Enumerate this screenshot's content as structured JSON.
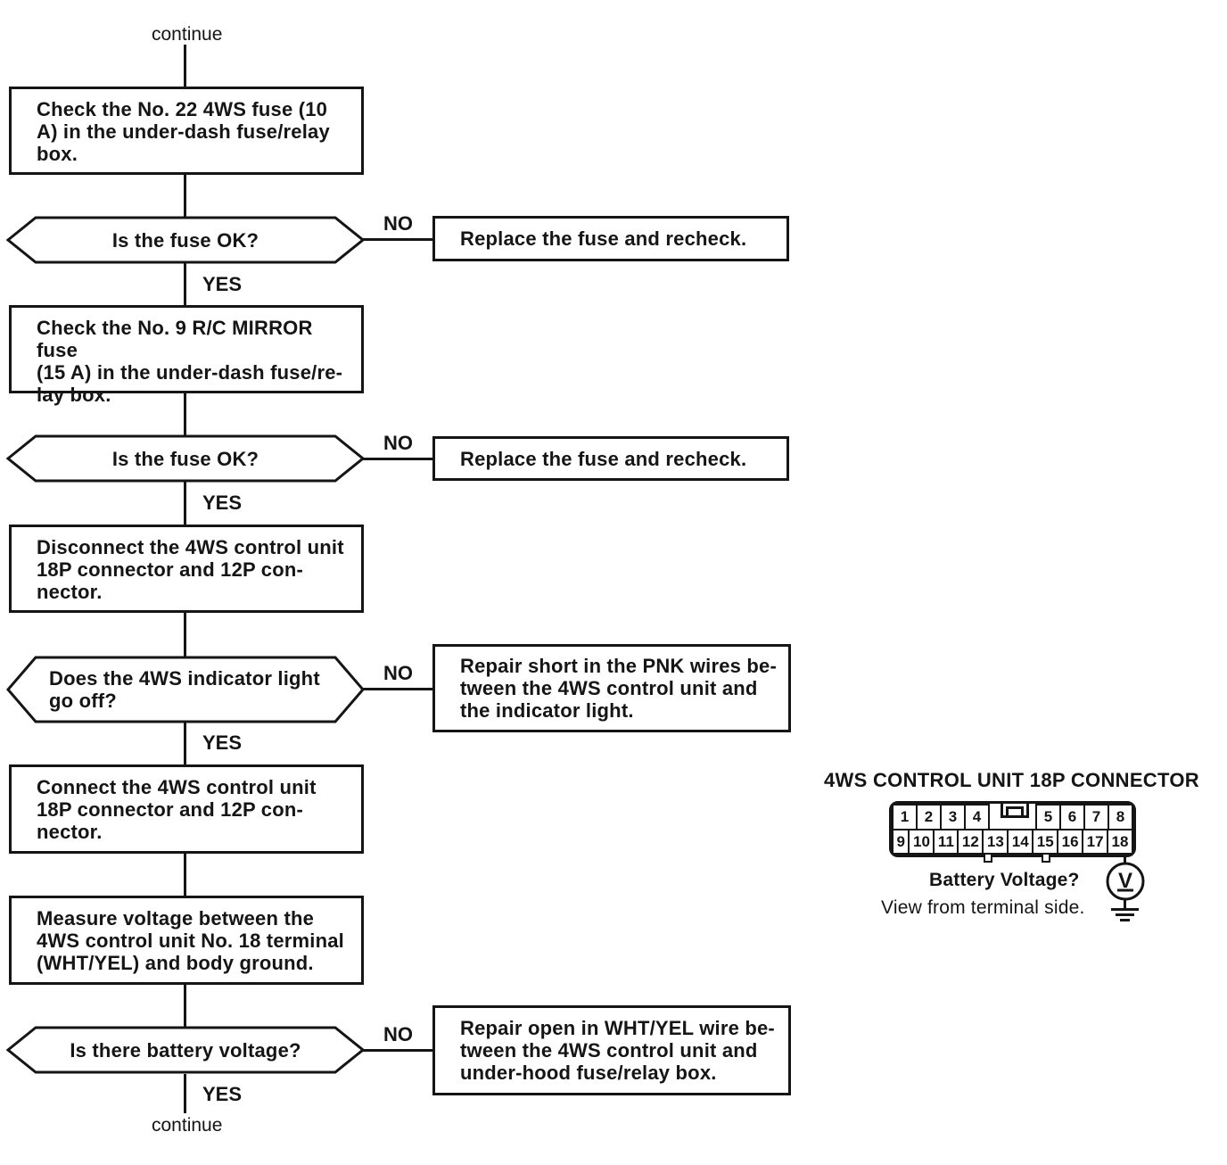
{
  "labels": {
    "continue_top": "continue",
    "continue_bottom": "continue",
    "yes": "YES",
    "no": "NO"
  },
  "process": {
    "check_fuse_22": "Check the No. 22 4WS fuse (10\nA) in the under-dash fuse/relay\nbox.",
    "check_fuse_9": "Check the No. 9 R/C MIRROR fuse\n(15 A) in the under-dash fuse/re-\nlay box.",
    "disconnect_connectors": "Disconnect the 4WS control unit\n18P connector and 12P con-\nnector.",
    "connect_connectors": "Connect the 4WS control unit\n18P connector and 12P con-\nnector.",
    "measure_voltage": "Measure voltage between the\n4WS control unit No. 18 terminal\n(WHT/YEL) and body ground."
  },
  "decision": {
    "fuse_ok_1": "Is the fuse OK?",
    "fuse_ok_2": "Is the fuse OK?",
    "indicator_off": "Does the 4WS indicator light\ngo off?",
    "battery_voltage": "Is there battery voltage?"
  },
  "action": {
    "replace_fuse_1": "Replace the fuse and recheck.",
    "replace_fuse_2": "Replace the fuse and recheck.",
    "repair_short": "Repair short in the PNK wires be-\ntween the 4WS control unit and\nthe indicator light.",
    "repair_open": "Repair open in WHT/YEL wire be-\ntween the 4WS control unit and\nunder-hood fuse/relay box."
  },
  "connector": {
    "title": "4WS CONTROL UNIT 18P CONNECTOR",
    "top_row": [
      "1",
      "2",
      "3",
      "4",
      "5",
      "6",
      "7",
      "8"
    ],
    "bottom_row": [
      "9",
      "10",
      "11",
      "12",
      "13",
      "14",
      "15",
      "16",
      "17",
      "18"
    ],
    "battery_voltage_label": "Battery Voltage?",
    "view_label": "View from terminal side.",
    "voltmeter_symbol": "V"
  },
  "colors": {
    "ink": "#151515",
    "paper": "#ffffff"
  }
}
